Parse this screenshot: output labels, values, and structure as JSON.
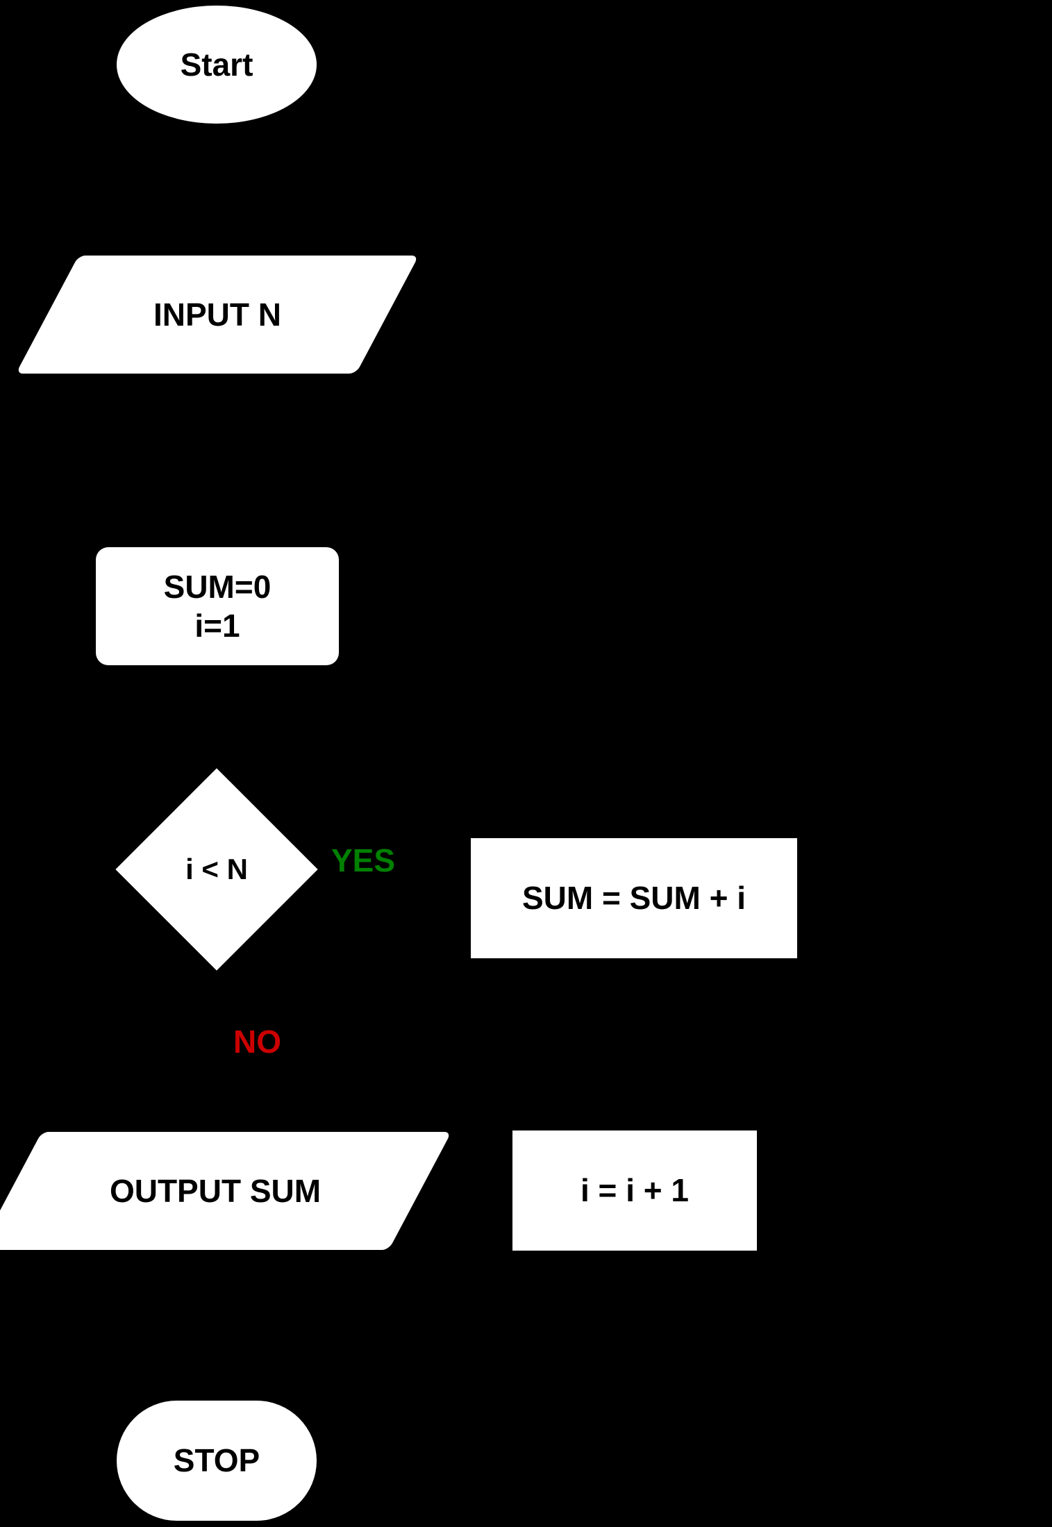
{
  "diagram": {
    "title": "Sum of first N numbers flowchart",
    "background_color": "#000000",
    "node_fill_color": "#ffffff",
    "node_text_color": "#000000",
    "connector_color": "#000000"
  },
  "nodes": {
    "start": {
      "label": "Start",
      "shape": "ellipse",
      "role": "terminator"
    },
    "input_n": {
      "label": "INPUT N",
      "shape": "parallelogram",
      "role": "input"
    },
    "init": {
      "label": "SUM=0\ni=1",
      "shape": "rounded-rectangle",
      "role": "process"
    },
    "decision": {
      "label": "i < N",
      "shape": "diamond",
      "role": "decision"
    },
    "accumulate": {
      "label": "SUM = SUM + i",
      "shape": "rectangle",
      "role": "process"
    },
    "increment": {
      "label": "i = i + 1",
      "shape": "rectangle",
      "role": "process"
    },
    "output_sum": {
      "label": "OUTPUT SUM",
      "shape": "parallelogram",
      "role": "output"
    },
    "stop": {
      "label": "STOP",
      "shape": "stadium",
      "role": "terminator"
    }
  },
  "edge_labels": {
    "yes": {
      "text": "YES",
      "color": "#008000"
    },
    "no": {
      "text": "NO",
      "color": "#cc0000"
    }
  }
}
